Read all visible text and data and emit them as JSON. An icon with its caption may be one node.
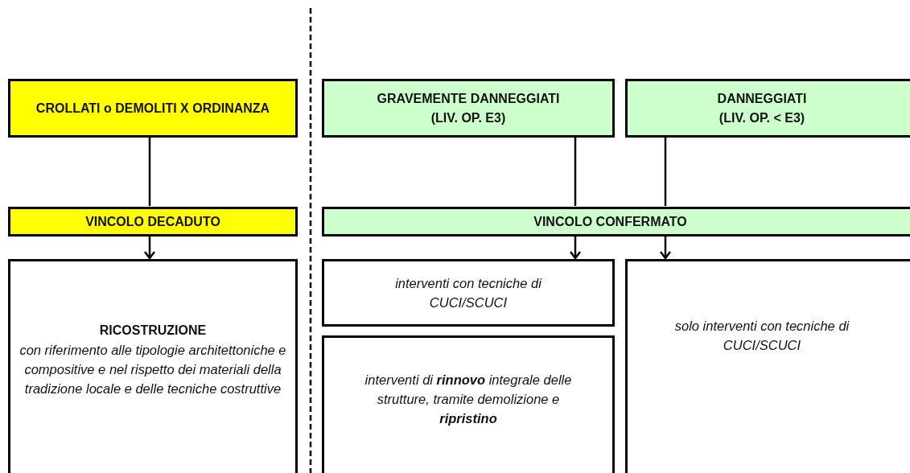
{
  "diagram": {
    "nodes": [
      {
        "text": [
          "CROLLATI o DEMOLITI X ORDINANZA"
        ]
      },
      {
        "text": [
          "GRAVEMENTE DANNEGGIATI (LIV.  OP. E3)"
        ]
      },
      {
        "text": [
          "DANNEGGIATI (LIV.  OP. < E3)"
        ]
      },
      {
        "text": [
          "VINCOLO DECADUTO"
        ]
      },
      {
        "text": [
          "VINCOLO CONFERMATO"
        ]
      },
      {
        "text": [
          "RICOSTRUZIONE",
          "con riferimento alle tipologie architettoniche e compositive e nel rispetto dei materiali della tradizione locale e delle tecniche costruttive"
        ]
      },
      {
        "text": [
          "interventi con tecniche di CUCI/SCUCI"
        ]
      },
      {
        "text": [
          "interventi di **rinnovo** integrale delle strutture, tramite demolizione e **ripristino**"
        ]
      },
      {
        "text": [
          "solo interventi con tecniche di CUCI/SCUCI"
        ]
      }
    ],
    "edges": [
      {
        "from": 0,
        "to": 3,
        "arrow": "none"
      },
      {
        "from": 3,
        "to": 5,
        "arrow": "to"
      },
      {
        "from": 1,
        "to": 4,
        "arrow": "none"
      },
      {
        "from": 2,
        "to": 4,
        "arrow": "none"
      },
      {
        "from": 4,
        "to": 6,
        "arrow": "to"
      },
      {
        "from": 4,
        "to": 8,
        "arrow": "to"
      }
    ]
  }
}
